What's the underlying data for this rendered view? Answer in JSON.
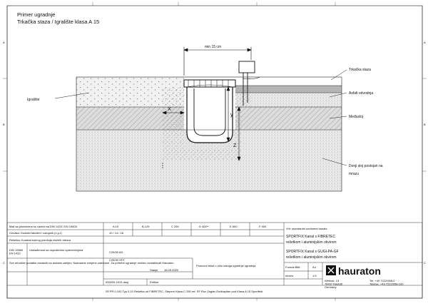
{
  "drawing": {
    "title_line1": "Primer ugradnje",
    "title_line2": "Trkačka staza / Igralište klasa A 15",
    "dim_min": "min 15 cm",
    "dim_x": "X",
    "dim_y": "y",
    "dim_z": "Z",
    "label_left": "Igralište",
    "labels_right": [
      "Trkačka staza",
      "Asfalt odvodnja",
      "Međusloj",
      "Donji sloj postojan na",
      "mrazu"
    ]
  },
  "frame": {
    "left_letters": [
      "A",
      "B",
      "C"
    ],
    "right_letters": [
      "A",
      "B",
      "C"
    ]
  },
  "title_block": {
    "left_rows": [
      "Mali sa pločnicima su važeći sa DIN 1433 / EN 19600",
      "Oznaka: Dodatni fakultet / ustupnik (x,y,z)",
      "Rešetka: Kvadrat kutnog položaja vložnih rebara"
    ],
    "left_side_code": "DIN 19580\nEN 1433",
    "left_side_text": "Usklađenost sa dopuštenim opterećenjima",
    "left_small_note": "Sve tehničke podatke dostaviti na dodatni zahtjev. Naknadne izmjene zadržane. Za potrebe ugradnje molimo kontaktirati Hauraton.",
    "classes": [
      "A 15",
      "B 125",
      "C 250",
      "D 400**",
      "E 600",
      "F 900"
    ],
    "class_row2": "10 / 14 / 18",
    "class_row3": "C25/30 AD",
    "class_row4": "C25/30 XF2",
    "note_preprocess": "Pomoćni tekst u vidu naloga ugradnje ugradnja",
    "stamp_label": "Stanje",
    "stamp_date": "16.09.2020",
    "drawing_no": "000005 1515 dwg",
    "edit": "Edition",
    "footer": "SF.PR.0.100 Typ 0,10 Rešetka od FIBRETEC. Stepeni Klasa C 250  ref. SF Ruz Zaglav Endkapitan pod Klasa A 15 Sportfeld",
    "desc_head": "Vrh: standardni sortiment kanala",
    "desc1_line1": "SPORTFIX Kanal s FIBRETEC",
    "desc1_line2": "rešetkom i aluminijskim okvirom",
    "desc2_line1": "SPORTFIX Kanal s GUGI-PA-GF",
    "desc2_line2": "rešetkom i aluminijskim okvirom",
    "format_label": "Format Blitt",
    "format_value": "A4",
    "scale_label": "mrežu",
    "scale_value": "1:5",
    "brand": "hauraton",
    "address": "Werkstr. 13\n76437 Rastatt\nGermany",
    "contact": "Tel: +49 7222/958-0\nTelefax: +49 7222/958-100"
  }
}
